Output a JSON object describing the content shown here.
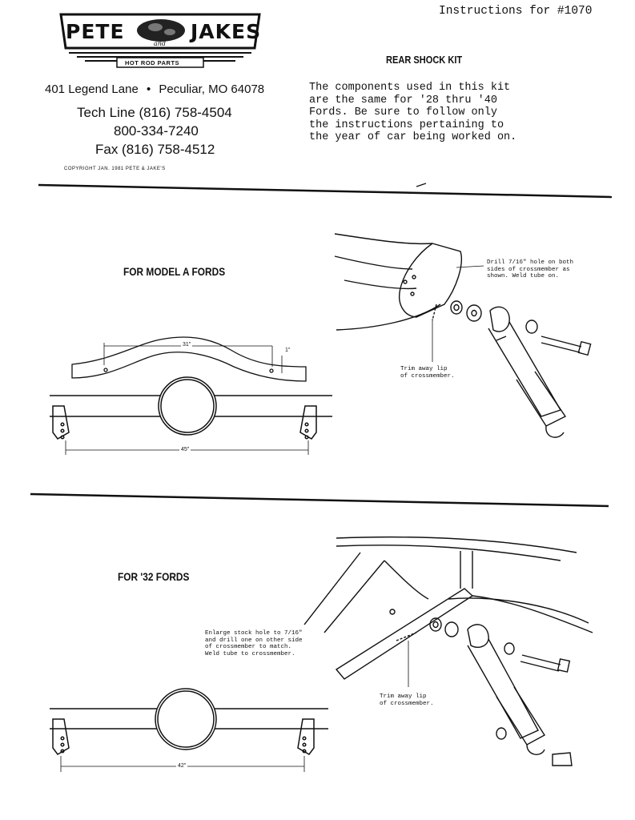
{
  "header": {
    "instructions_label": "Instructions for #1070",
    "logo": {
      "left_word": "PETE",
      "right_word": "JAKES",
      "and_word": "and",
      "tagline": "HOT ROD PARTS"
    },
    "address": {
      "street": "401 Legend Lane",
      "bullet": "•",
      "city": "Peculiar, MO 64078"
    },
    "tech_line": "Tech Line (816) 758-4504",
    "toll_free": "800-334-7240",
    "fax": "Fax (816) 758-4512",
    "copyright": "COPYRIGHT JAN. 1981 PETE & JAKE'S"
  },
  "kit": {
    "title": "REAR SHOCK KIT",
    "intro_lines": [
      "The components used in this kit",
      "are the same for '28 thru '40",
      "Fords.  Be sure to follow only",
      "the instructions pertaining to",
      "the year of car being worked on."
    ]
  },
  "model_a": {
    "title": "FOR MODEL A FORDS",
    "drill_note": [
      "Drill 7/16\" hole on both",
      "sides of crossmember as",
      "shown.  Weld tube on."
    ],
    "trim_note": [
      "Trim away lip",
      "of crossmember."
    ],
    "dim_spring": "31\"",
    "dim_drop": "1\"",
    "dim_axle": "45\""
  },
  "ford32": {
    "title": "FOR '32 FORDS",
    "enlarge_note": [
      "Enlarge stock hole to 7/16\"",
      "and drill one on other side",
      "of crossmember to match.",
      "Weld tube to crossmember."
    ],
    "trim_note": [
      "Trim away lip",
      "of crossmember."
    ],
    "dim_axle": "42\""
  }
}
